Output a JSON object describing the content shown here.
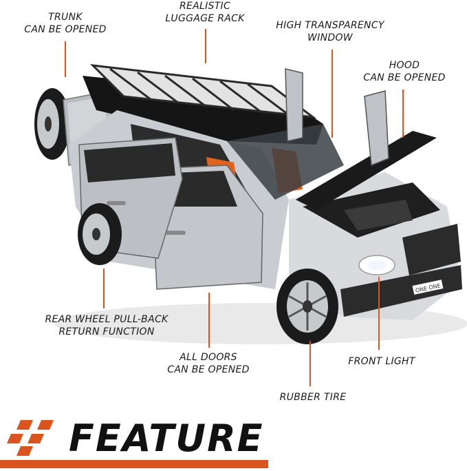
{
  "labels": {
    "trunk": [
      "TRUNK",
      "CAN BE OPENED"
    ],
    "rack": [
      "REALISTIC",
      "LUGGAGE RACK"
    ],
    "window": [
      "HIGH TRANSPARENCY",
      "WINDOW"
    ],
    "hood": [
      "HOOD",
      "CAN BE OPENED"
    ],
    "rear_wheel": [
      "REAR WHEEL PULL-BACK",
      "RETURN FUNCTION"
    ],
    "doors": [
      "ALL DOORS",
      "CAN BE OPENED"
    ],
    "front_light": [
      "FRONT LIGHT"
    ],
    "tire": [
      "RUBBER TIRE"
    ]
  },
  "plate_text": "ONE ONE",
  "banner": {
    "title": "FEATURE"
  },
  "colors": {
    "accent": "#d9541e",
    "body_silver": "#c9ccd0",
    "roof_black": "#151515",
    "seat_orange": "#e0621d"
  }
}
